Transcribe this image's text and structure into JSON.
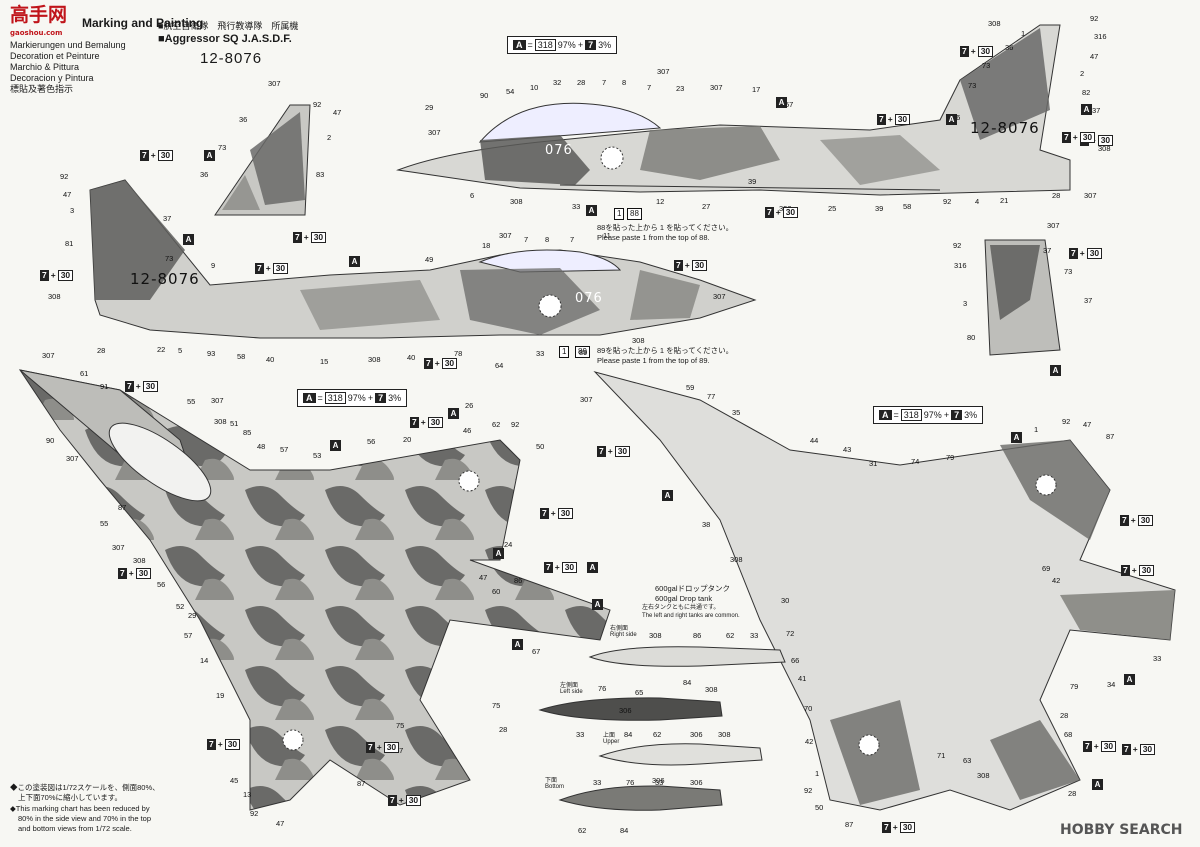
{
  "watermark": {
    "logo_main": "高手网",
    "logo_sub": "gaoshou.com",
    "hobbysearch": "HOBBY SEARCH"
  },
  "heading": {
    "title": "Marking and Painting",
    "languages": [
      "Markierungen und Bemalung",
      "Decoration et Peinture",
      "Marchio & Pittura",
      "Decoracion y Pintura",
      "標貼及著色指示"
    ],
    "unit_jp": "■航空自衛隊　飛行教導隊　所属機",
    "unit_en": "■Aggressor SQ  J.A.S.D.F.",
    "serial": "12-8076"
  },
  "aircraft": {
    "serial": "12-8076",
    "nose": "076"
  },
  "paint_legend": {
    "letter": "A",
    "c1": "318",
    "p1": "97%",
    "c2": "7",
    "p2": "3%"
  },
  "mix": {
    "a": "7",
    "b": "30"
  },
  "notes": {
    "paste_jp": "88を貼った上から 1 を貼ってください。",
    "paste_en_1": "Please paste 1 from the top of 88.",
    "paste_jp_2": "89を貼った上から 1 を貼ってください。",
    "paste_en_2": "Please paste 1 from the top of 89.",
    "ref_88": "88",
    "ref_89": "89",
    "ref_1": "1"
  },
  "drop_tank": {
    "title_jp": "600galドロップタンク",
    "title_en": "600gal Drop tank",
    "common_jp": "左右タンクともに共通です。",
    "common_en": "The left and right tanks are common.",
    "right_side": "右側面\nRight side",
    "left_side": "左側面\nLeft side",
    "upper": "上面\nUpper",
    "bottom": "下面\nBottom"
  },
  "footnote": {
    "jp_1": "◆この塗装図は1/72スケールを、側面80%、",
    "jp_2": "上下面70%に縮小しています。",
    "en_1": "◆This marking chart has been reduced by",
    "en_2": "80% in the side view and 70% in the top",
    "en_3": "and bottom views from 1/72 scale."
  },
  "callouts": {
    "side_top": [
      "90",
      "54",
      "10",
      "32",
      "28",
      "7",
      "8",
      "307",
      "7",
      "23",
      "307",
      "17",
      "57",
      "307",
      "6",
      "308",
      "33",
      "12",
      "27",
      "39",
      "308",
      "25",
      "39",
      "58",
      "92",
      "4",
      "21",
      "28",
      "307",
      "29"
    ],
    "tail_right": [
      "308",
      "92",
      "316",
      "36",
      "73",
      "2",
      "82",
      "73",
      "16",
      "37",
      "47",
      "1",
      "308"
    ],
    "tail_left": [
      "307",
      "92",
      "47",
      "36",
      "2",
      "73",
      "36",
      "83"
    ],
    "side_bottom": [
      "92",
      "47",
      "3",
      "81",
      "308",
      "28",
      "22",
      "5",
      "93",
      "58",
      "40",
      "15",
      "308",
      "40",
      "78",
      "64",
      "33",
      "89",
      "308",
      "37",
      "73",
      "9",
      "49",
      "18",
      "307",
      "7",
      "8",
      "7",
      "11",
      "307"
    ],
    "fin_right": [
      "307",
      "92",
      "316",
      "37",
      "73",
      "3",
      "37",
      "80"
    ],
    "top_view": [
      "307",
      "61",
      "91",
      "90",
      "307",
      "55",
      "307",
      "308",
      "51",
      "85",
      "48",
      "57",
      "53",
      "56",
      "20",
      "46",
      "62",
      "92",
      "50",
      "87",
      "55",
      "307",
      "308",
      "56",
      "52",
      "29",
      "57",
      "14",
      "19",
      "47",
      "86",
      "60",
      "67",
      "75",
      "28",
      "75",
      "67",
      "45",
      "13",
      "92",
      "47",
      "87",
      "24",
      "26"
    ],
    "bottom_view": [
      "307",
      "59",
      "77",
      "35",
      "38",
      "308",
      "44",
      "43",
      "31",
      "74",
      "79",
      "1",
      "92",
      "47",
      "87",
      "69",
      "42",
      "30",
      "72",
      "66",
      "41",
      "70",
      "42",
      "1",
      "92",
      "50",
      "87",
      "71",
      "63",
      "308",
      "28",
      "68",
      "79",
      "34",
      "33",
      "28"
    ],
    "tank": [
      "308",
      "86",
      "62",
      "33",
      "84",
      "76",
      "65",
      "33",
      "84",
      "306",
      "62",
      "306",
      "308",
      "33",
      "76",
      "33",
      "306",
      "62",
      "84",
      "306",
      "308"
    ]
  }
}
